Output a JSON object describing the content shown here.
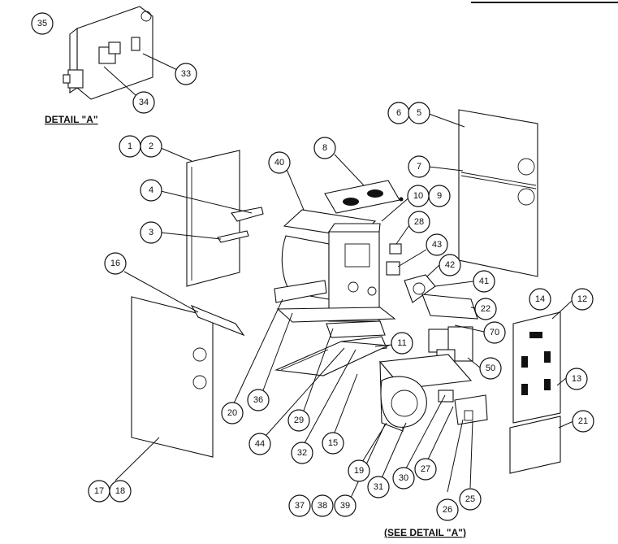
{
  "captions": {
    "detail": "DETAIL \"A\"",
    "see_detail": "(SEE DETAIL \"A\")"
  },
  "callouts": [
    "35",
    "33",
    "34",
    "6",
    "5",
    "1",
    "2",
    "8",
    "40",
    "7",
    "10",
    "9",
    "4",
    "3",
    "28",
    "43",
    "16",
    "42",
    "41",
    "14",
    "12",
    "22",
    "70",
    "11",
    "50",
    "13",
    "20",
    "36",
    "29",
    "44",
    "32",
    "15",
    "19",
    "31",
    "30",
    "27",
    "21",
    "17",
    "18",
    "37",
    "38",
    "39",
    "26",
    "25"
  ]
}
